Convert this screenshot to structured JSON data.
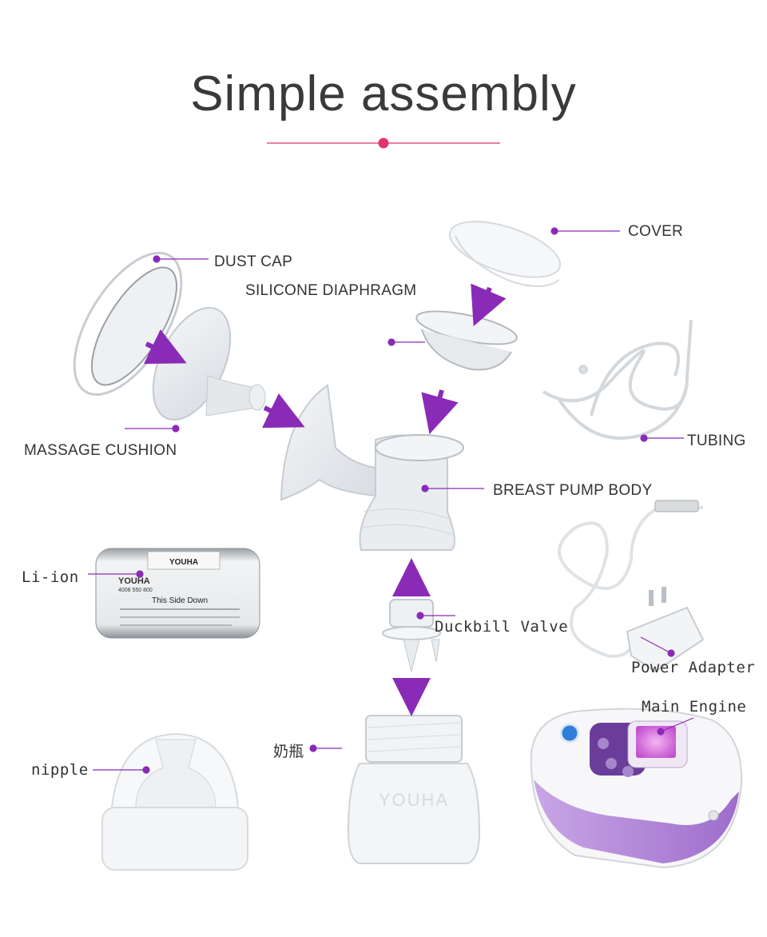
{
  "title": "Simple assembly",
  "accent_color": "#e0336f",
  "pointer_color": "#8a2bb8",
  "parts": {
    "cover": "COVER",
    "dust_cap": "DUST CAP",
    "silicone_diaphragm": "SILICONE DIAPHRAGM",
    "massage_cushion": "MASSAGE CUSHION",
    "tubing": "TUBING",
    "breast_pump_body": "BREAST PUMP BODY",
    "li_ion": "Li-ion",
    "duckbill_valve": "Duckbill Valve",
    "power_adapter": "Power Adapter",
    "main_engine": "Main Engine",
    "bottle": "奶瓶",
    "nipple": "nipple"
  },
  "battery": {
    "brand": "YOUHA",
    "side_text": "This Side Down",
    "hotline": "4008 550 800"
  },
  "bottle_brand": "YOUHA"
}
